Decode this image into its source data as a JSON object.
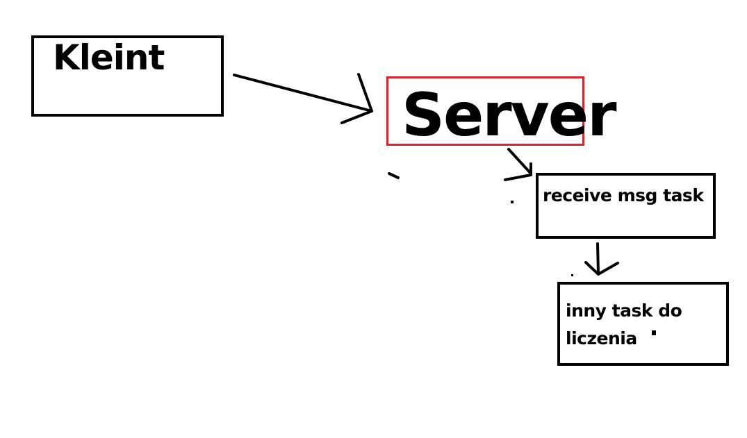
{
  "diagram": {
    "nodes": {
      "client": {
        "label": "Kleint"
      },
      "server": {
        "label": "Server",
        "highlight_color": "#e0202a"
      },
      "receive_task": {
        "label": "receive msg task"
      },
      "compute_task": {
        "label": "inny task do liczenia"
      }
    },
    "edges": [
      {
        "from": "client",
        "to": "server"
      },
      {
        "from": "server",
        "to": "receive_task"
      },
      {
        "from": "receive_task",
        "to": "compute_task"
      }
    ],
    "colors": {
      "ink": "#000000",
      "highlight": "#e0202a",
      "background": "#ffffff"
    }
  }
}
